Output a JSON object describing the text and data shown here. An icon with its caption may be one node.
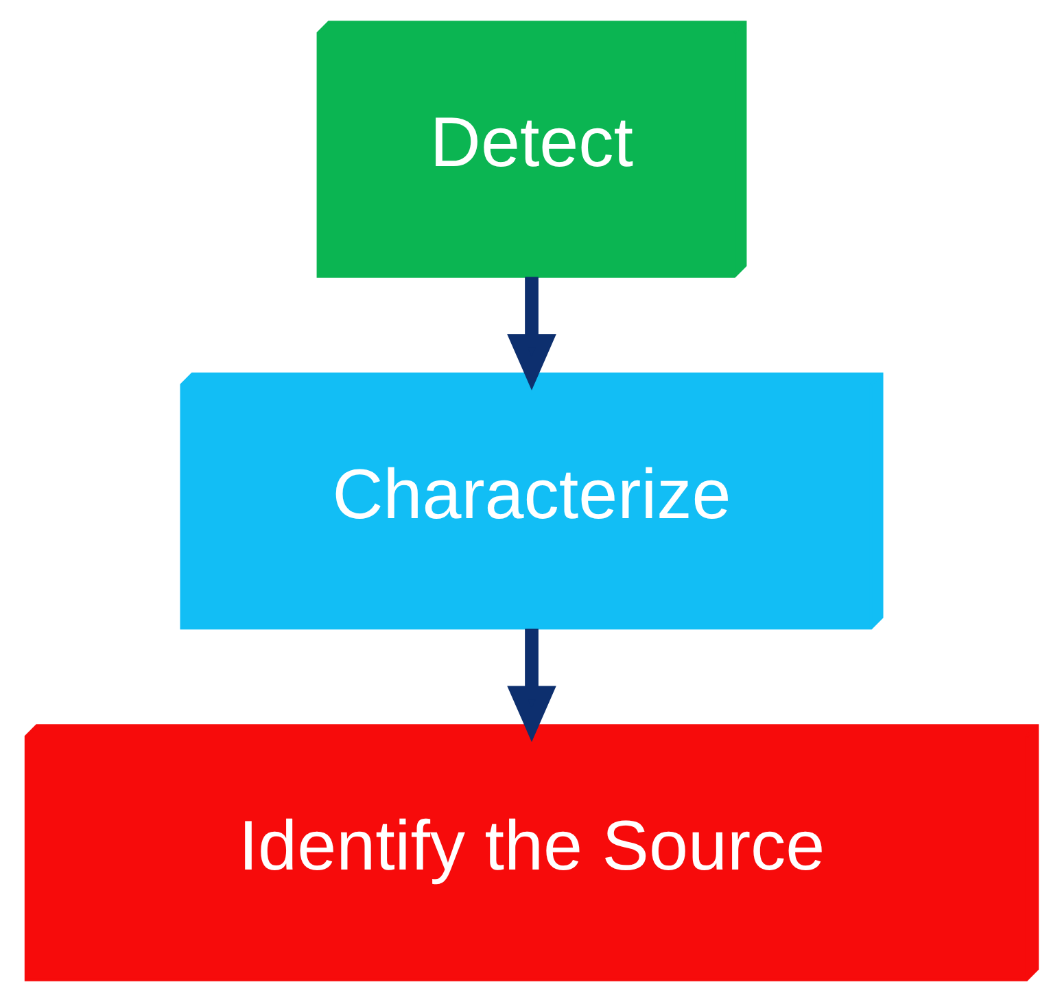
{
  "diagram": {
    "nodes": [
      {
        "text": [
          "Detect"
        ]
      },
      {
        "text": [
          "Characterize"
        ]
      },
      {
        "text": [
          "Identify the Source"
        ]
      }
    ],
    "edges": [
      {
        "from": 0,
        "to": 1,
        "arrow": "to"
      },
      {
        "from": 1,
        "to": 2,
        "arrow": "to"
      }
    ]
  }
}
